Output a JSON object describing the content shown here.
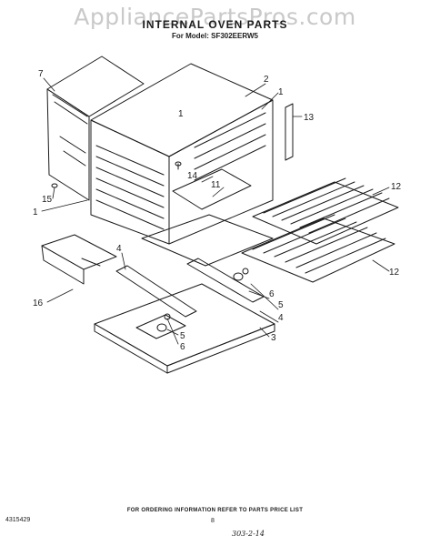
{
  "watermark": "AppliancePartsPros.com",
  "title": "INTERNAL OVEN PARTS",
  "model": "For Model: SF302EERW5",
  "callouts": {
    "c1a": "1",
    "c1b": "1",
    "c1c": "1",
    "c2": "2",
    "c3": "3",
    "c4a": "4",
    "c4b": "4",
    "c5a": "5",
    "c5b": "5",
    "c6a": "6",
    "c6b": "6",
    "c7": "7",
    "c11": "11",
    "c12a": "12",
    "c12b": "12",
    "c13": "13",
    "c14": "14",
    "c15": "15",
    "c16": "16"
  },
  "footer": {
    "ordering_note": "FOR ORDERING INFORMATION REFER TO PARTS PRICE LIST",
    "part_number": "4315429",
    "page_number": "8",
    "handwritten_date": "303-2-14"
  }
}
